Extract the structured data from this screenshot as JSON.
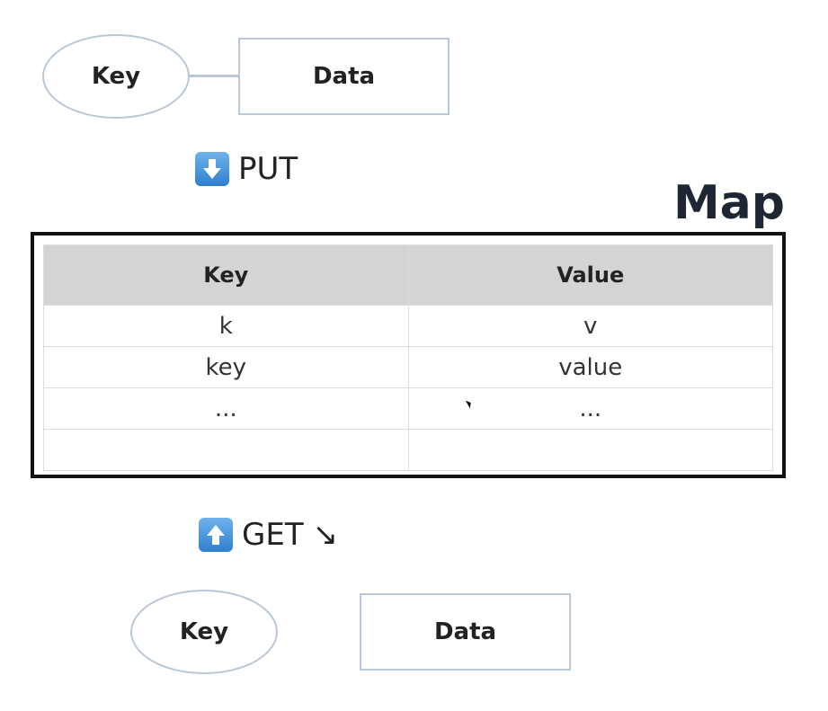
{
  "put_row": {
    "key_label": "Key",
    "data_label": "Data"
  },
  "put_op": {
    "icon": "down-arrow-icon",
    "label": "PUT"
  },
  "map": {
    "title": "Map",
    "headers": [
      "Key",
      "Value"
    ],
    "rows": [
      [
        "k",
        "v"
      ],
      [
        "key",
        "value"
      ],
      [
        "...",
        "..."
      ],
      [
        "",
        ""
      ]
    ]
  },
  "get_op": {
    "icon": "up-arrow-icon",
    "label": "GET",
    "suffix": "↘"
  },
  "get_row": {
    "key_label": "Key",
    "data_label": "Data"
  },
  "colors": {
    "outline": "#b9c7d8",
    "header_bg": "#d4d4d4",
    "frame": "#111111",
    "icon_blue": "#2f7fcf"
  }
}
